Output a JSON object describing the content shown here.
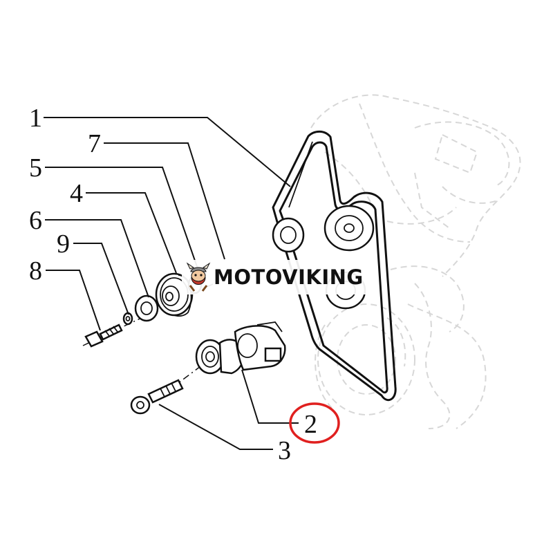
{
  "brand": {
    "name": "MOTOVIKING"
  },
  "callouts": [
    {
      "id": "c1",
      "label": "1"
    },
    {
      "id": "c7",
      "label": "7"
    },
    {
      "id": "c5",
      "label": "5"
    },
    {
      "id": "c4",
      "label": "4"
    },
    {
      "id": "c6",
      "label": "6"
    },
    {
      "id": "c9",
      "label": "9"
    },
    {
      "id": "c8",
      "label": "8"
    },
    {
      "id": "c2",
      "label": "2"
    },
    {
      "id": "c3",
      "label": "3"
    }
  ],
  "highlight": {
    "callout": "2",
    "color": "#e0201f"
  },
  "colors": {
    "ink": "#111111",
    "ghost_engine": "#d7d7d7",
    "highlight_ring": "#e0201f",
    "logo_accent": "#c0392b"
  },
  "icons": [
    "viking-logo-icon"
  ]
}
